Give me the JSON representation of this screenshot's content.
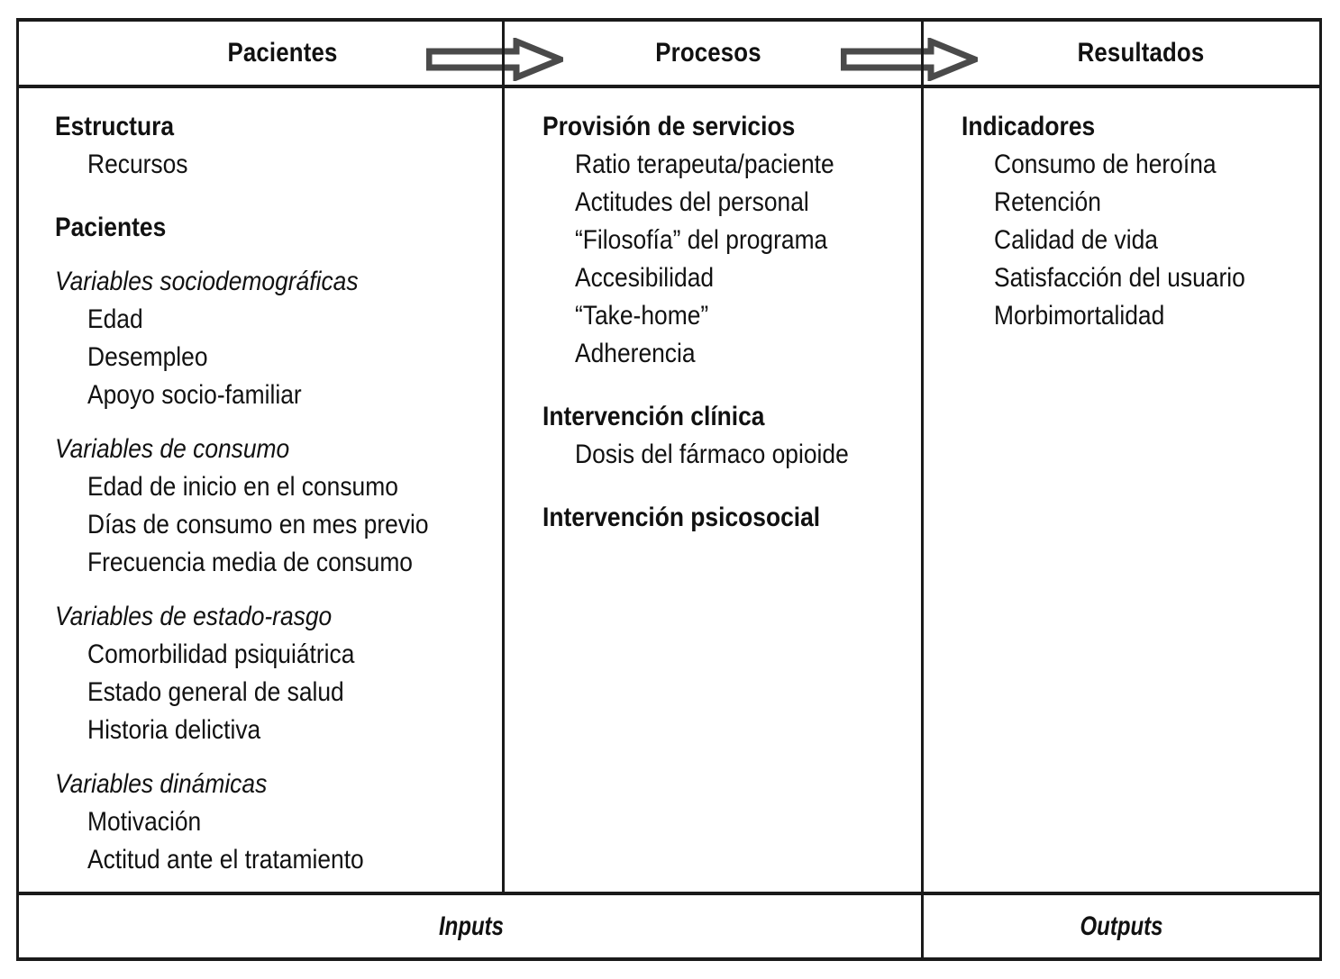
{
  "figure": {
    "header": {
      "columns": [
        {
          "label": "Pacientes"
        },
        {
          "label": "Procesos"
        },
        {
          "label": "Resultados"
        }
      ],
      "arrows": [
        {
          "name": "arrow-pacientes-to-procesos",
          "direction": "right"
        },
        {
          "name": "arrow-procesos-to-resultados",
          "direction": "right"
        }
      ]
    },
    "columns": [
      {
        "key": "pacientes",
        "groups": [
          {
            "heading": "Estructura",
            "heading_style": "bold",
            "items": [
              "Recursos"
            ]
          },
          {
            "heading": "Pacientes",
            "heading_style": "bold",
            "items": [],
            "subgroups": [
              {
                "heading": "Variables sociodemográficas",
                "heading_style": "italic",
                "items": [
                  "Edad",
                  "Desempleo",
                  "Apoyo socio-familiar"
                ]
              },
              {
                "heading": "Variables de consumo",
                "heading_style": "italic",
                "items": [
                  "Edad de inicio en el consumo",
                  "Días de consumo en mes previo",
                  "Frecuencia media de consumo"
                ]
              },
              {
                "heading": "Variables de estado-rasgo",
                "heading_style": "italic",
                "items": [
                  "Comorbilidad psiquiátrica",
                  "Estado general de salud",
                  "Historia delictiva"
                ]
              },
              {
                "heading": "Variables dinámicas",
                "heading_style": "italic",
                "items": [
                  "Motivación",
                  "Actitud ante el tratamiento"
                ]
              }
            ]
          }
        ]
      },
      {
        "key": "procesos",
        "groups": [
          {
            "heading": "Provisión de servicios",
            "heading_style": "bold",
            "items": [
              "Ratio terapeuta/paciente",
              "Actitudes del personal",
              "“Filosofía” del programa",
              "Accesibilidad",
              "“Take-home”",
              "Adherencia"
            ]
          },
          {
            "heading": "Intervención clínica",
            "heading_style": "bold",
            "items": [
              "Dosis del fármaco opioide"
            ]
          },
          {
            "heading": "Intervención psicosocial",
            "heading_style": "bold",
            "items": []
          }
        ]
      },
      {
        "key": "resultados",
        "groups": [
          {
            "heading": "Indicadores",
            "heading_style": "bold",
            "items": [
              "Consumo de heroína",
              "Retención",
              "Calidad de vida",
              "Satisfacción del usuario",
              "Morbimortalidad"
            ]
          }
        ]
      }
    ],
    "footer": {
      "inputs_label": "Inputs",
      "outputs_label": "Outputs"
    },
    "colors": {
      "rule": "#1a1a1a",
      "text": "#111111",
      "arrow_stroke": "#4a4a4a",
      "arrow_fill": "#ffffff",
      "background": "#ffffff"
    }
  }
}
